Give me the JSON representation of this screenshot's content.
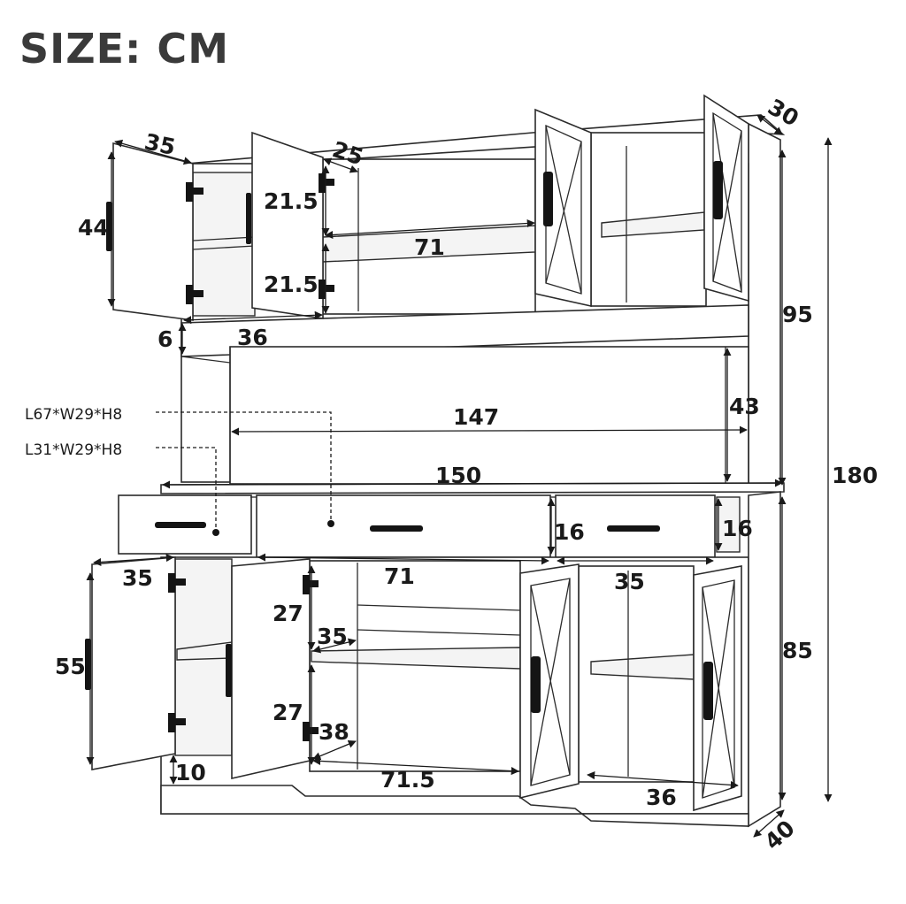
{
  "title": "SIZE: CM",
  "dimensions": {
    "top_depth": "30",
    "overall_height": "180",
    "upper_height": "95",
    "lower_height": "85",
    "base_depth": "40",
    "upper_door_width": "35",
    "upper_door_height": "44",
    "upper_side_depth": "25",
    "upper_shelf_gap_top": "21.5",
    "upper_shelf_gap_bottom": "21.5",
    "upper_center_width": "71",
    "upper_side_width": "36",
    "crown_height": "6",
    "open_width": "147",
    "open_height": "43",
    "counter_width": "150",
    "drawer_height_center": "16",
    "drawer_height_side": "16",
    "lower_center_width_top": "71",
    "lower_left_door_width": "35",
    "lower_right_width": "35",
    "lower_shelf_gap_top": "27",
    "lower_shelf_gap_bottom": "27",
    "lower_door_height": "55",
    "lower_side_depth_top": "35",
    "lower_side_depth_bottom": "38",
    "plinth_height": "10",
    "lower_center_width_bottom": "71.5",
    "lower_right_width_bottom": "36"
  },
  "drawer_labels": {
    "large": "L67*W29*H8",
    "small": "L31*W29*H8"
  },
  "icons": {
    "handle": "bar-handle-icon",
    "hinge": "hinge-icon"
  },
  "colors": {
    "line": "#2b2b2b",
    "title": "#3a3a3a",
    "text": "#1a1a1a"
  }
}
